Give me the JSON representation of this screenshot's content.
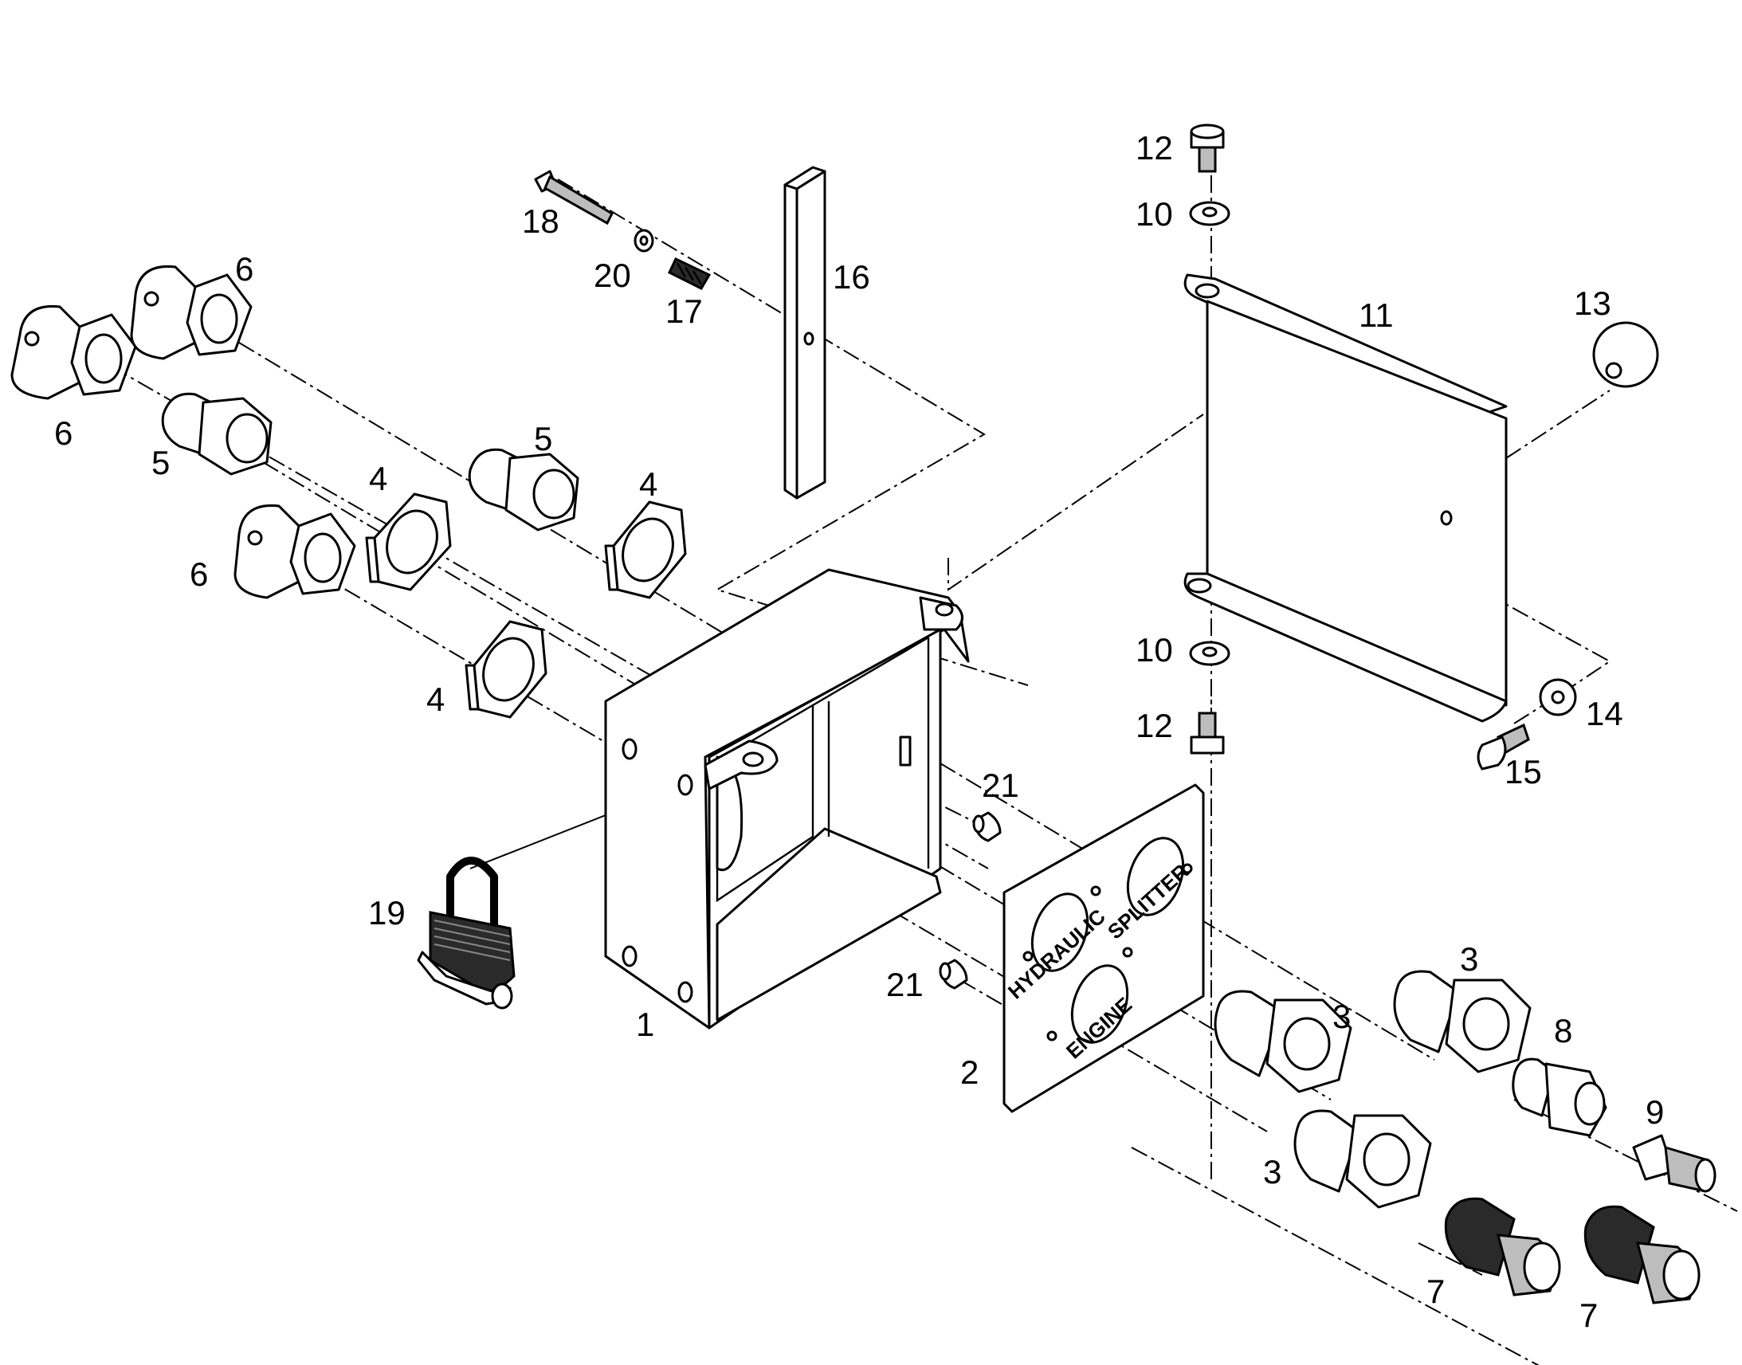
{
  "plate_text": {
    "hydraulic": "HYDRAULIC",
    "splitter": "SPLITTER",
    "engine": "ENGINE"
  },
  "callouts": [
    {
      "id": "c1",
      "label": "1"
    },
    {
      "id": "c2",
      "label": "2"
    },
    {
      "id": "c3a",
      "label": "3"
    },
    {
      "id": "c3b",
      "label": "3"
    },
    {
      "id": "c3c",
      "label": "3"
    },
    {
      "id": "c4a",
      "label": "4"
    },
    {
      "id": "c4b",
      "label": "4"
    },
    {
      "id": "c4c",
      "label": "4"
    },
    {
      "id": "c5a",
      "label": "5"
    },
    {
      "id": "c5b",
      "label": "5"
    },
    {
      "id": "c6a",
      "label": "6"
    },
    {
      "id": "c6b",
      "label": "6"
    },
    {
      "id": "c6c",
      "label": "6"
    },
    {
      "id": "c7a",
      "label": "7"
    },
    {
      "id": "c7b",
      "label": "7"
    },
    {
      "id": "c8",
      "label": "8"
    },
    {
      "id": "c9",
      "label": "9"
    },
    {
      "id": "c10a",
      "label": "10"
    },
    {
      "id": "c10b",
      "label": "10"
    },
    {
      "id": "c11",
      "label": "11"
    },
    {
      "id": "c12a",
      "label": "12"
    },
    {
      "id": "c12b",
      "label": "12"
    },
    {
      "id": "c13",
      "label": "13"
    },
    {
      "id": "c14",
      "label": "14"
    },
    {
      "id": "c15",
      "label": "15"
    },
    {
      "id": "c16",
      "label": "16"
    },
    {
      "id": "c17",
      "label": "17"
    },
    {
      "id": "c18",
      "label": "18"
    },
    {
      "id": "c19",
      "label": "19"
    },
    {
      "id": "c20",
      "label": "20"
    },
    {
      "id": "c21a",
      "label": "21"
    },
    {
      "id": "c21b",
      "label": "21"
    }
  ]
}
